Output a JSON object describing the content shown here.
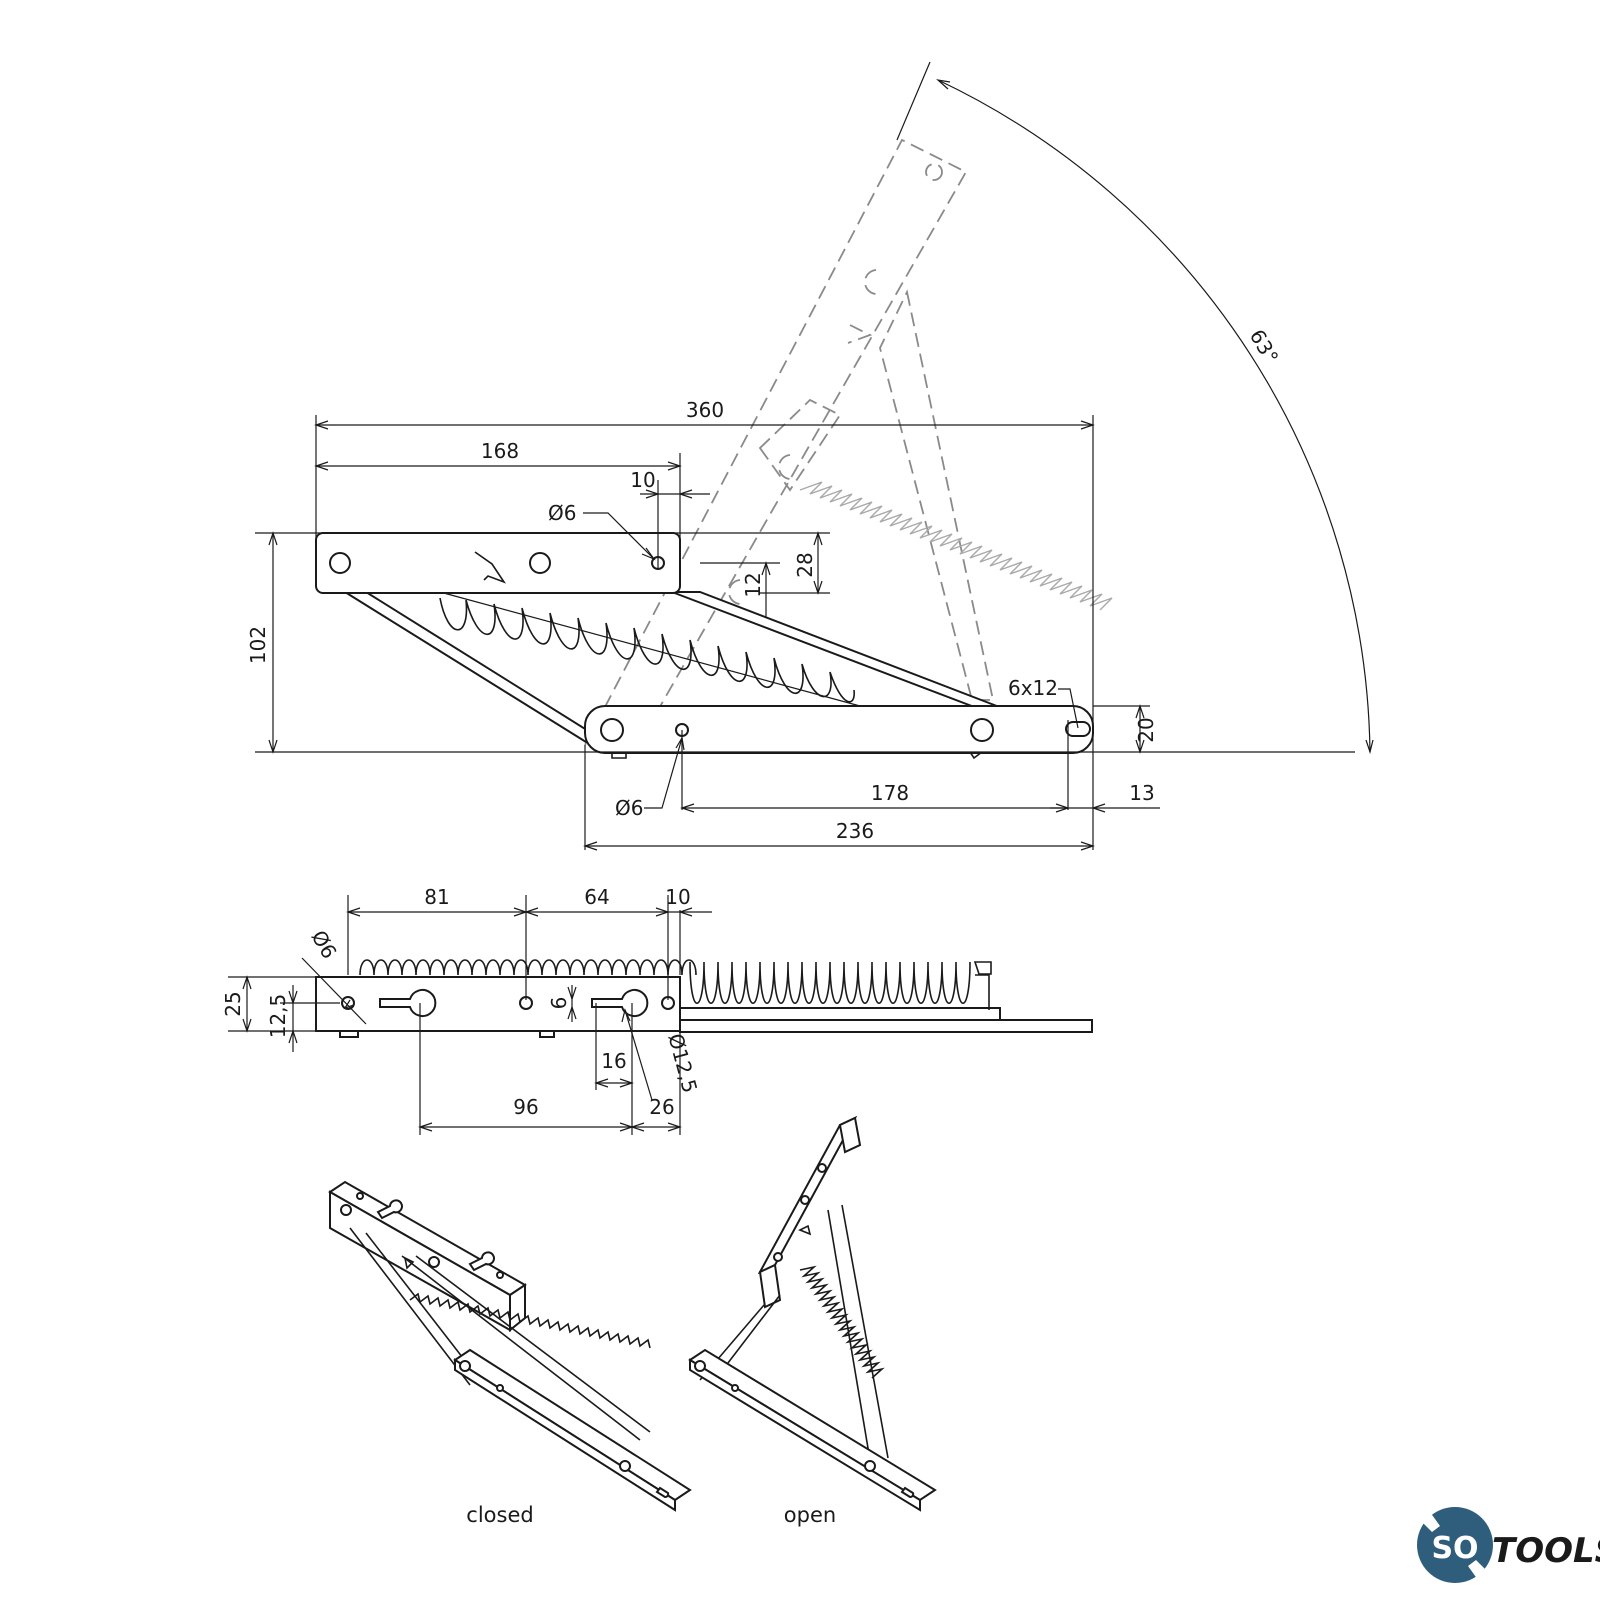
{
  "dimensions": {
    "side_view": {
      "overall_length": "360",
      "upper_arm_length": "168",
      "hole_edge_offset": "10",
      "upper_hole_diameter": "Ø6",
      "hole_height_offset": "12",
      "arm_height": "28",
      "total_height": "102",
      "slot_size": "6x12",
      "lower_arm_height": "20",
      "lower_hole_diameter": "Ø6",
      "lower_hole_spacing": "178",
      "slot_edge_offset": "13",
      "lower_arm_length": "236",
      "opening_angle": "63°"
    },
    "top_view": {
      "spacing_a": "81",
      "spacing_b": "64",
      "edge_offset": "10",
      "hole_diameter": "Ø6",
      "width": "25",
      "half_width": "12,5",
      "slot_width": "6",
      "keyhole_length": "16",
      "keyhole_diameter": "Ø12,5",
      "keyhole_spacing": "96",
      "keyhole_edge_offset": "26"
    }
  },
  "captions": {
    "closed": "closed",
    "open": "open"
  },
  "logo": {
    "text": "TOOLS",
    "badge": "SO",
    "color": "#2f5d7c"
  }
}
